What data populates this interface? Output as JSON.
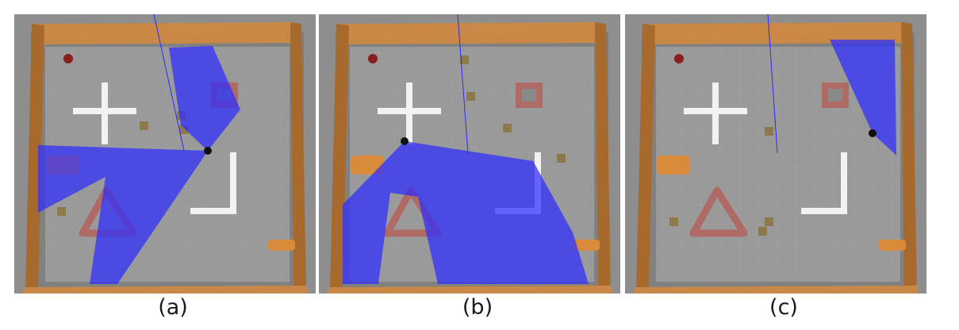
{
  "panels": [
    {
      "caption": "(a)",
      "scene": "a"
    },
    {
      "caption": "(b)",
      "scene": "b"
    },
    {
      "caption": "(c)",
      "scene": "c"
    }
  ],
  "colors": {
    "floor": "#9a9a9a",
    "ground_outside": "#8e8e8e",
    "grid_line": "#a3a3a3",
    "wood_wall": "#c98845",
    "wood_wall_dark": "#a86a2c",
    "white_wall": "#f2f2f2",
    "brick": "#b06a66",
    "box": "#8c7a4e",
    "barrel": "#d98a3a",
    "fire_hydrant": "#8a1f1f",
    "laser_scan": "#2d2dff",
    "robot": "#111111"
  },
  "icons": [
    "robot-marker",
    "fire-hydrant",
    "barrel",
    "box",
    "laser-scan"
  ]
}
